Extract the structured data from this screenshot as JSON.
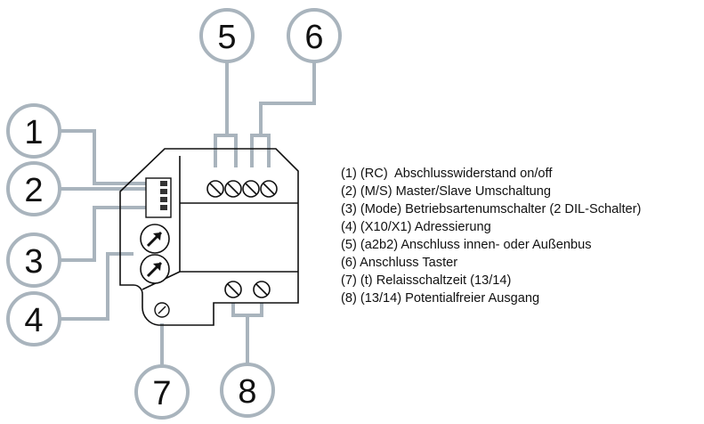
{
  "callouts": [
    "1",
    "2",
    "3",
    "4",
    "5",
    "6",
    "7",
    "8"
  ],
  "legend": [
    "(1) (RC)  Abschlusswiderstand on/off",
    "(2) (M/S) Master/Slave Umschaltung",
    "(3) (Mode) Betriebsartenumschalter (2 DIL-Schalter)",
    "(4) (X10/X1) Adressierung",
    "(5) (a2b2) Anschluss innen- oder Außenbus",
    "(6) Anschluss Taster",
    "(7) (t) Relaisschaltzeit (13/14)",
    "(8) (13/14) Potentialfreier Ausgang"
  ],
  "colors": {
    "leader": "#a9b4bd",
    "outline": "#111111"
  }
}
